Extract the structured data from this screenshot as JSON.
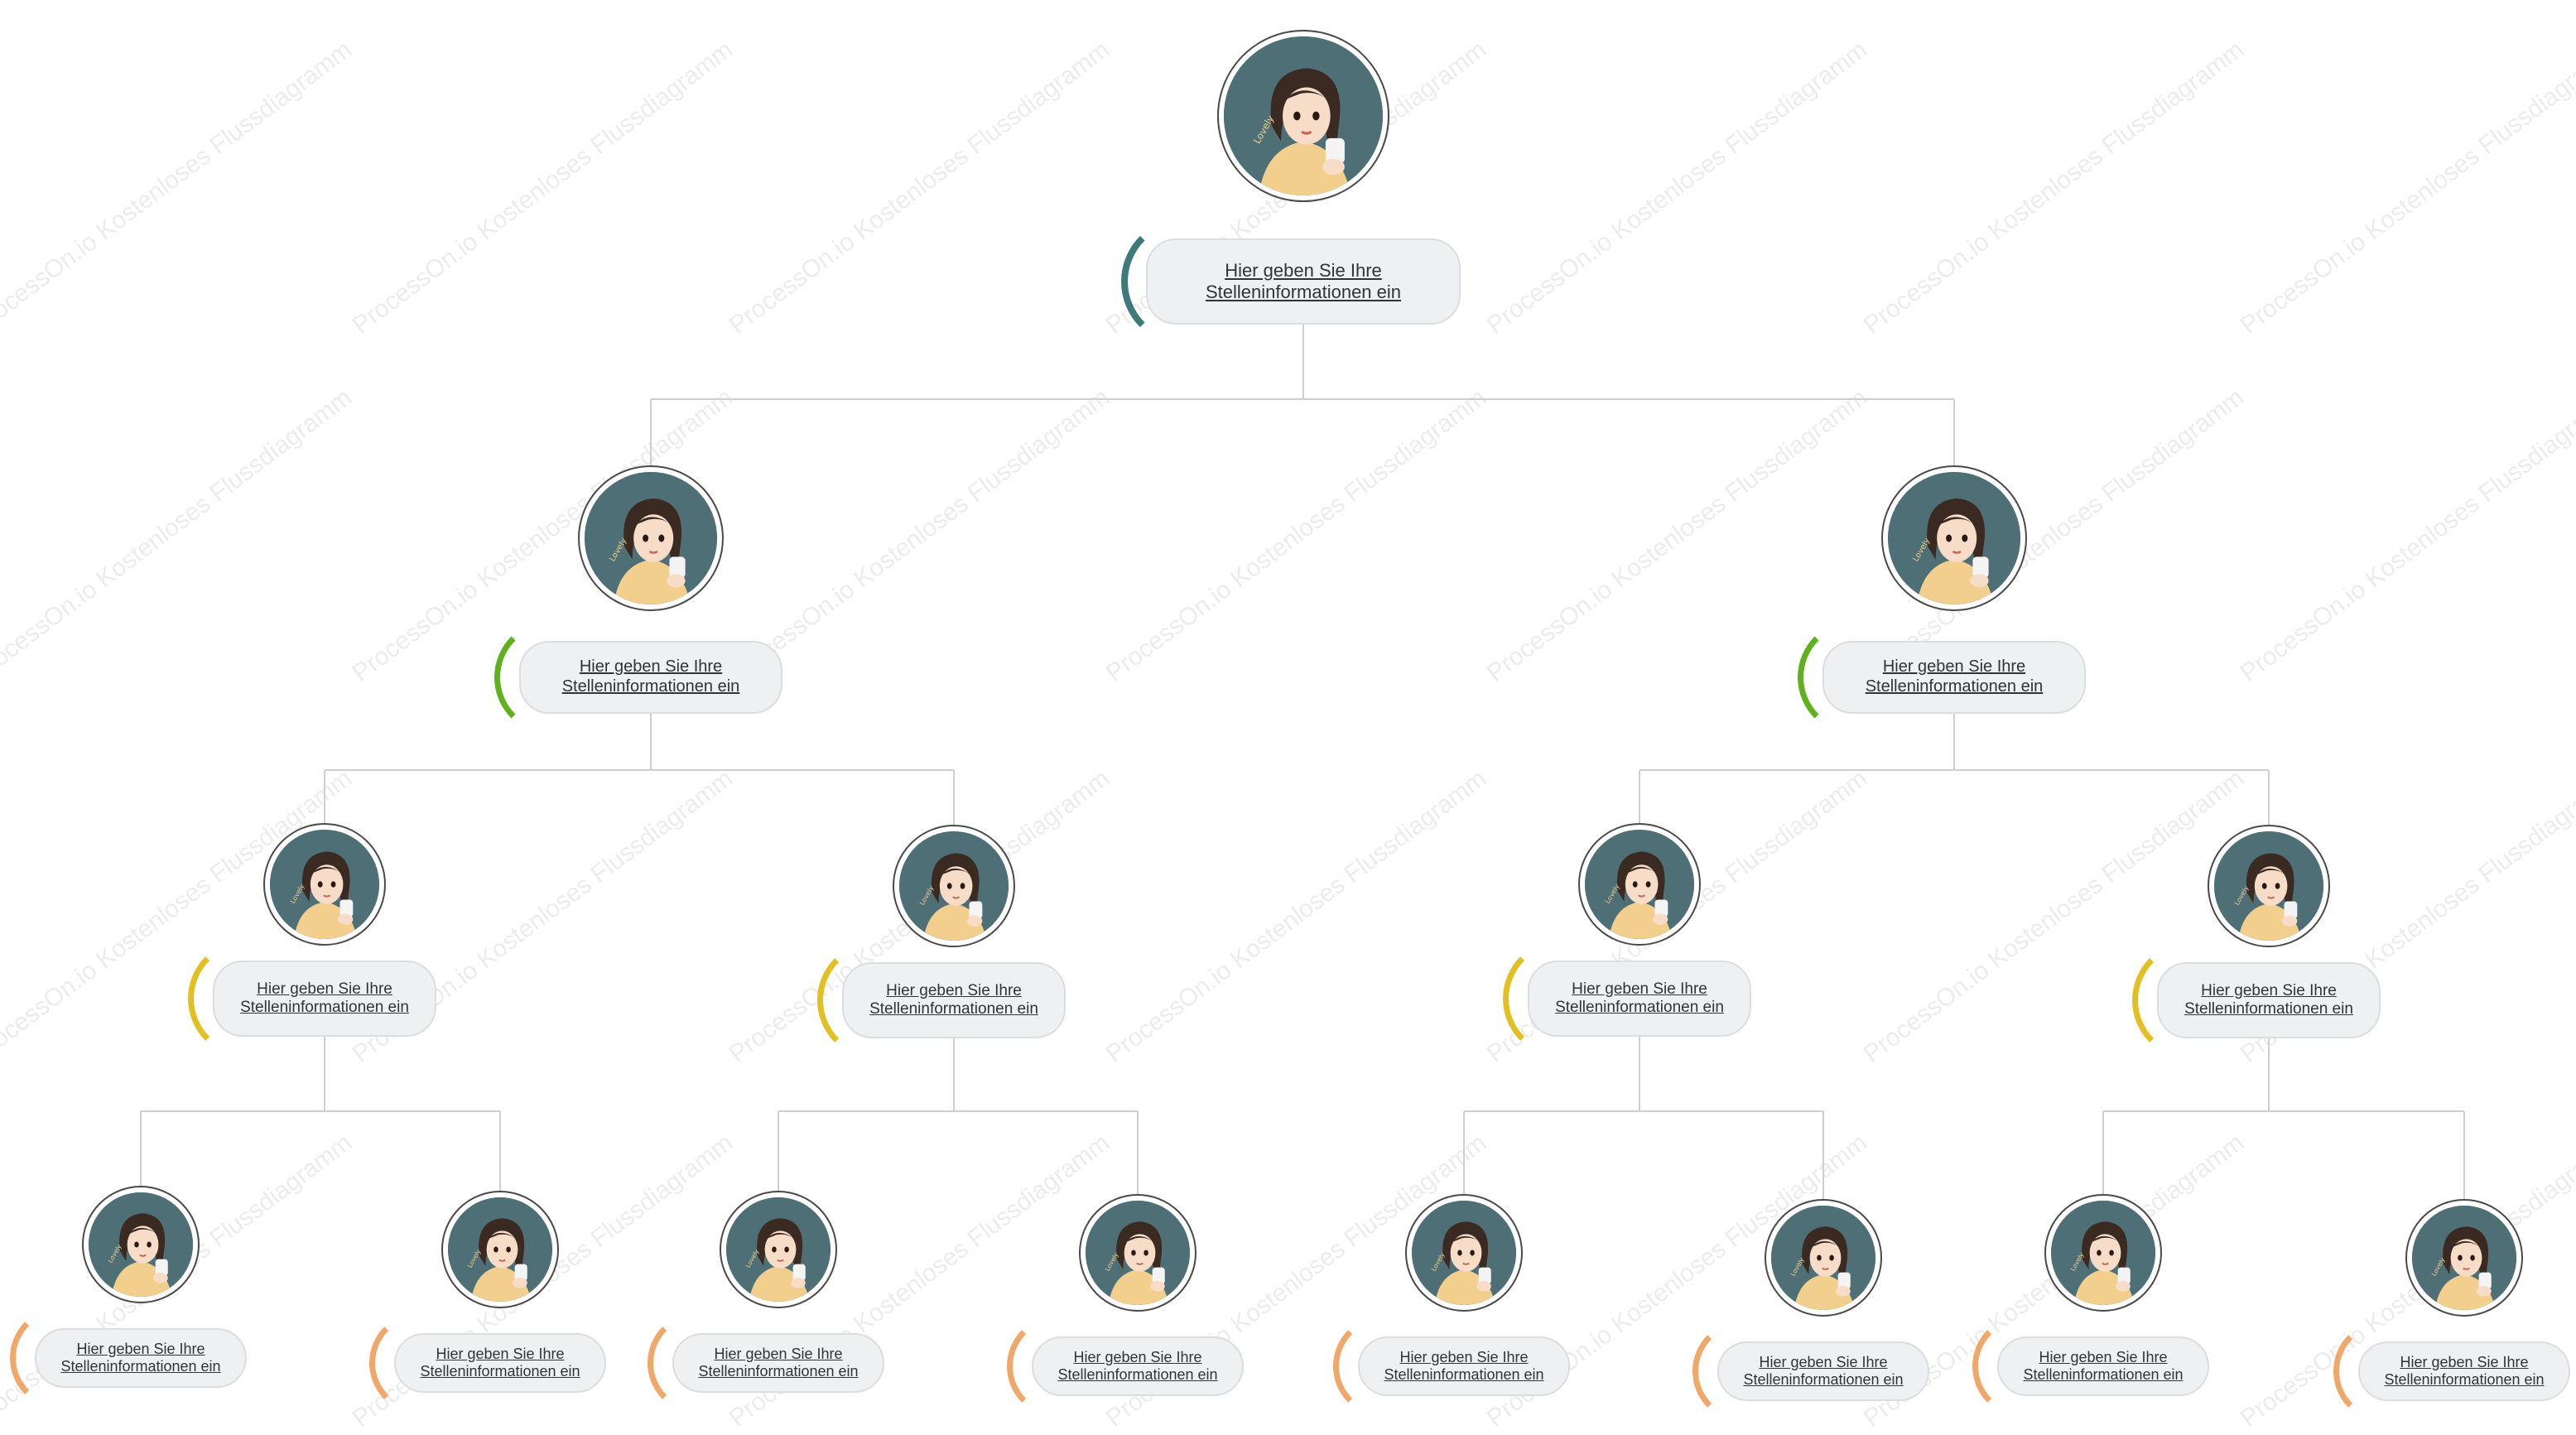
{
  "watermark_text": "ProcessOn.io Kostenloses Flussdiagramm",
  "colors": {
    "level0": "#3d7b7b",
    "level1": "#5fb21d",
    "level2": "#e3c021",
    "level3": "#f0a86a",
    "connector": "#cfcfcf",
    "avatar_bg": "#4f6f76"
  },
  "org_chart": {
    "root": {
      "label": "Hier geben Sie Ihre Stelleninformationen ein",
      "icon": "avatar-icon",
      "children": [
        {
          "label": "Hier geben Sie Ihre Stelleninformationen ein",
          "icon": "avatar-icon",
          "children": [
            {
              "label": "Hier geben Sie Ihre Stelleninformationen ein",
              "icon": "avatar-icon",
              "children": [
                {
                  "label": "Hier geben Sie Ihre Stelleninformationen ein",
                  "icon": "avatar-icon"
                },
                {
                  "label": "Hier geben Sie Ihre Stelleninformationen ein",
                  "icon": "avatar-icon"
                }
              ]
            },
            {
              "label": "Hier geben Sie Ihre Stelleninformationen ein",
              "icon": "avatar-icon",
              "children": [
                {
                  "label": "Hier geben Sie Ihre Stelleninformationen ein",
                  "icon": "avatar-icon"
                },
                {
                  "label": "Hier geben Sie Ihre Stelleninformationen ein",
                  "icon": "avatar-icon"
                }
              ]
            }
          ]
        },
        {
          "label": "Hier geben Sie Ihre Stelleninformationen ein",
          "icon": "avatar-icon",
          "children": [
            {
              "label": "Hier geben Sie Ihre Stelleninformationen ein",
              "icon": "avatar-icon",
              "children": [
                {
                  "label": "Hier geben Sie Ihre Stelleninformationen ein",
                  "icon": "avatar-icon"
                },
                {
                  "label": "Hier geben Sie Ihre Stelleninformationen ein",
                  "icon": "avatar-icon"
                }
              ]
            },
            {
              "label": "Hier geben Sie Ihre Stelleninformationen ein",
              "icon": "avatar-icon",
              "children": [
                {
                  "label": "Hier geben Sie Ihre Stelleninformationen ein",
                  "icon": "avatar-icon"
                },
                {
                  "label": "Hier geben Sie Ihre Stelleninformationen ein",
                  "icon": "avatar-icon"
                }
              ]
            }
          ]
        }
      ]
    }
  }
}
